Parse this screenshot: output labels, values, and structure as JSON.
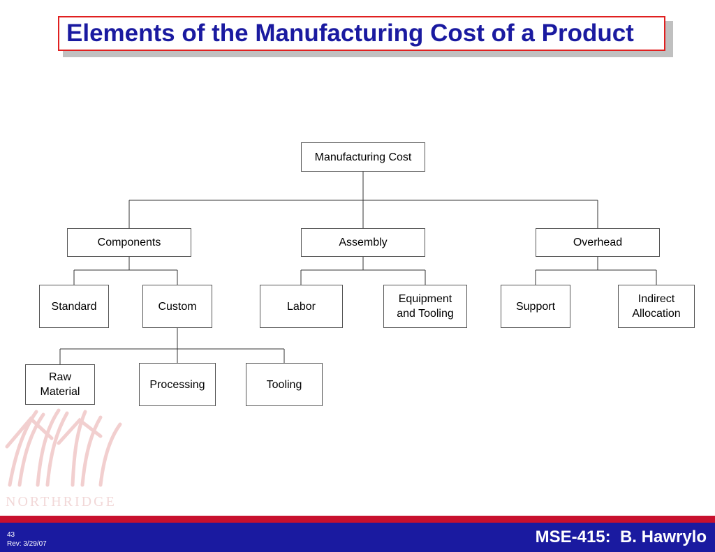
{
  "slide": {
    "title": "Elements of the Manufacturing Cost of a Product",
    "number": "43",
    "revision": "Rev: 3/29/07",
    "course": "MSE-415:  B. Hawrylo",
    "watermark_text": "NORTHRIDGE"
  },
  "nodes": {
    "root": "Manufacturing Cost",
    "components": "Components",
    "assembly": "Assembly",
    "overhead": "Overhead",
    "standard": "Standard",
    "custom": "Custom",
    "labor": "Labor",
    "equipment": "Equipment\nand Tooling",
    "support": "Support",
    "indirect": "Indirect\nAllocation",
    "raw": "Raw\nMaterial",
    "processing": "Processing",
    "tooling": "Tooling"
  },
  "colors": {
    "title_text": "#1a1aa0",
    "title_border": "#e02020",
    "footer_red": "#c8102e",
    "footer_blue": "#1a1aa0",
    "watermark": "#f2d0d0"
  }
}
